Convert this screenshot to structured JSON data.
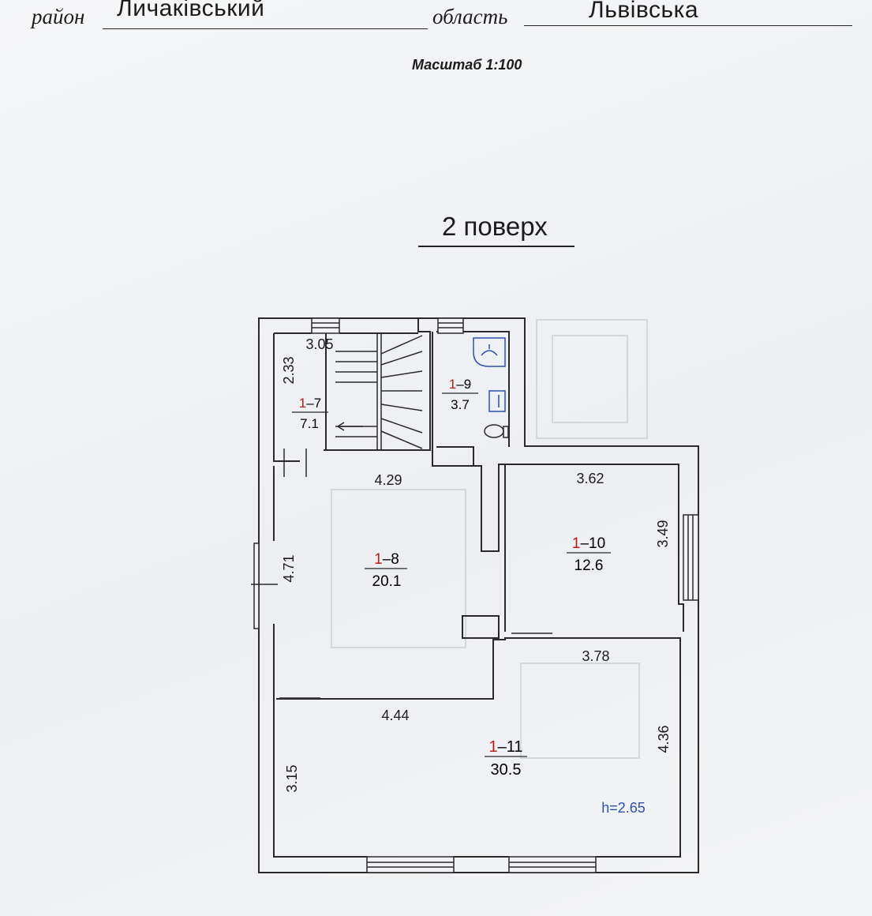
{
  "header": {
    "district_label": "район",
    "district_value": "Личаківський",
    "region_label": "область",
    "region_value": "Львівська"
  },
  "scale": "Масштаб 1:100",
  "floor_title": "2 поверх",
  "rooms": [
    {
      "id": "1-7",
      "prefix": "1",
      "suffix": "–7",
      "area": "7.1"
    },
    {
      "id": "1-8",
      "prefix": "1",
      "suffix": "–8",
      "area": "20.1"
    },
    {
      "id": "1-9",
      "prefix": "1",
      "suffix": "–9",
      "area": "3.7"
    },
    {
      "id": "1-10",
      "prefix": "1",
      "suffix": "–10",
      "area": "12.6"
    },
    {
      "id": "1-11",
      "prefix": "1",
      "suffix": "–11",
      "area": "30.5"
    }
  ],
  "dimensions": {
    "d305": "3.05",
    "d233": "2.33",
    "d429": "4.29",
    "d362": "3.62",
    "d349": "3.49",
    "d471": "4.71",
    "d378": "3.78",
    "d444": "4.44",
    "d436": "4.36",
    "d315": "3.15"
  },
  "ceiling_height": "h=2.65",
  "colors": {
    "wall": "#2a2a2a",
    "room_prefix": "#b81c1c",
    "height_text": "#2f4fb0"
  }
}
